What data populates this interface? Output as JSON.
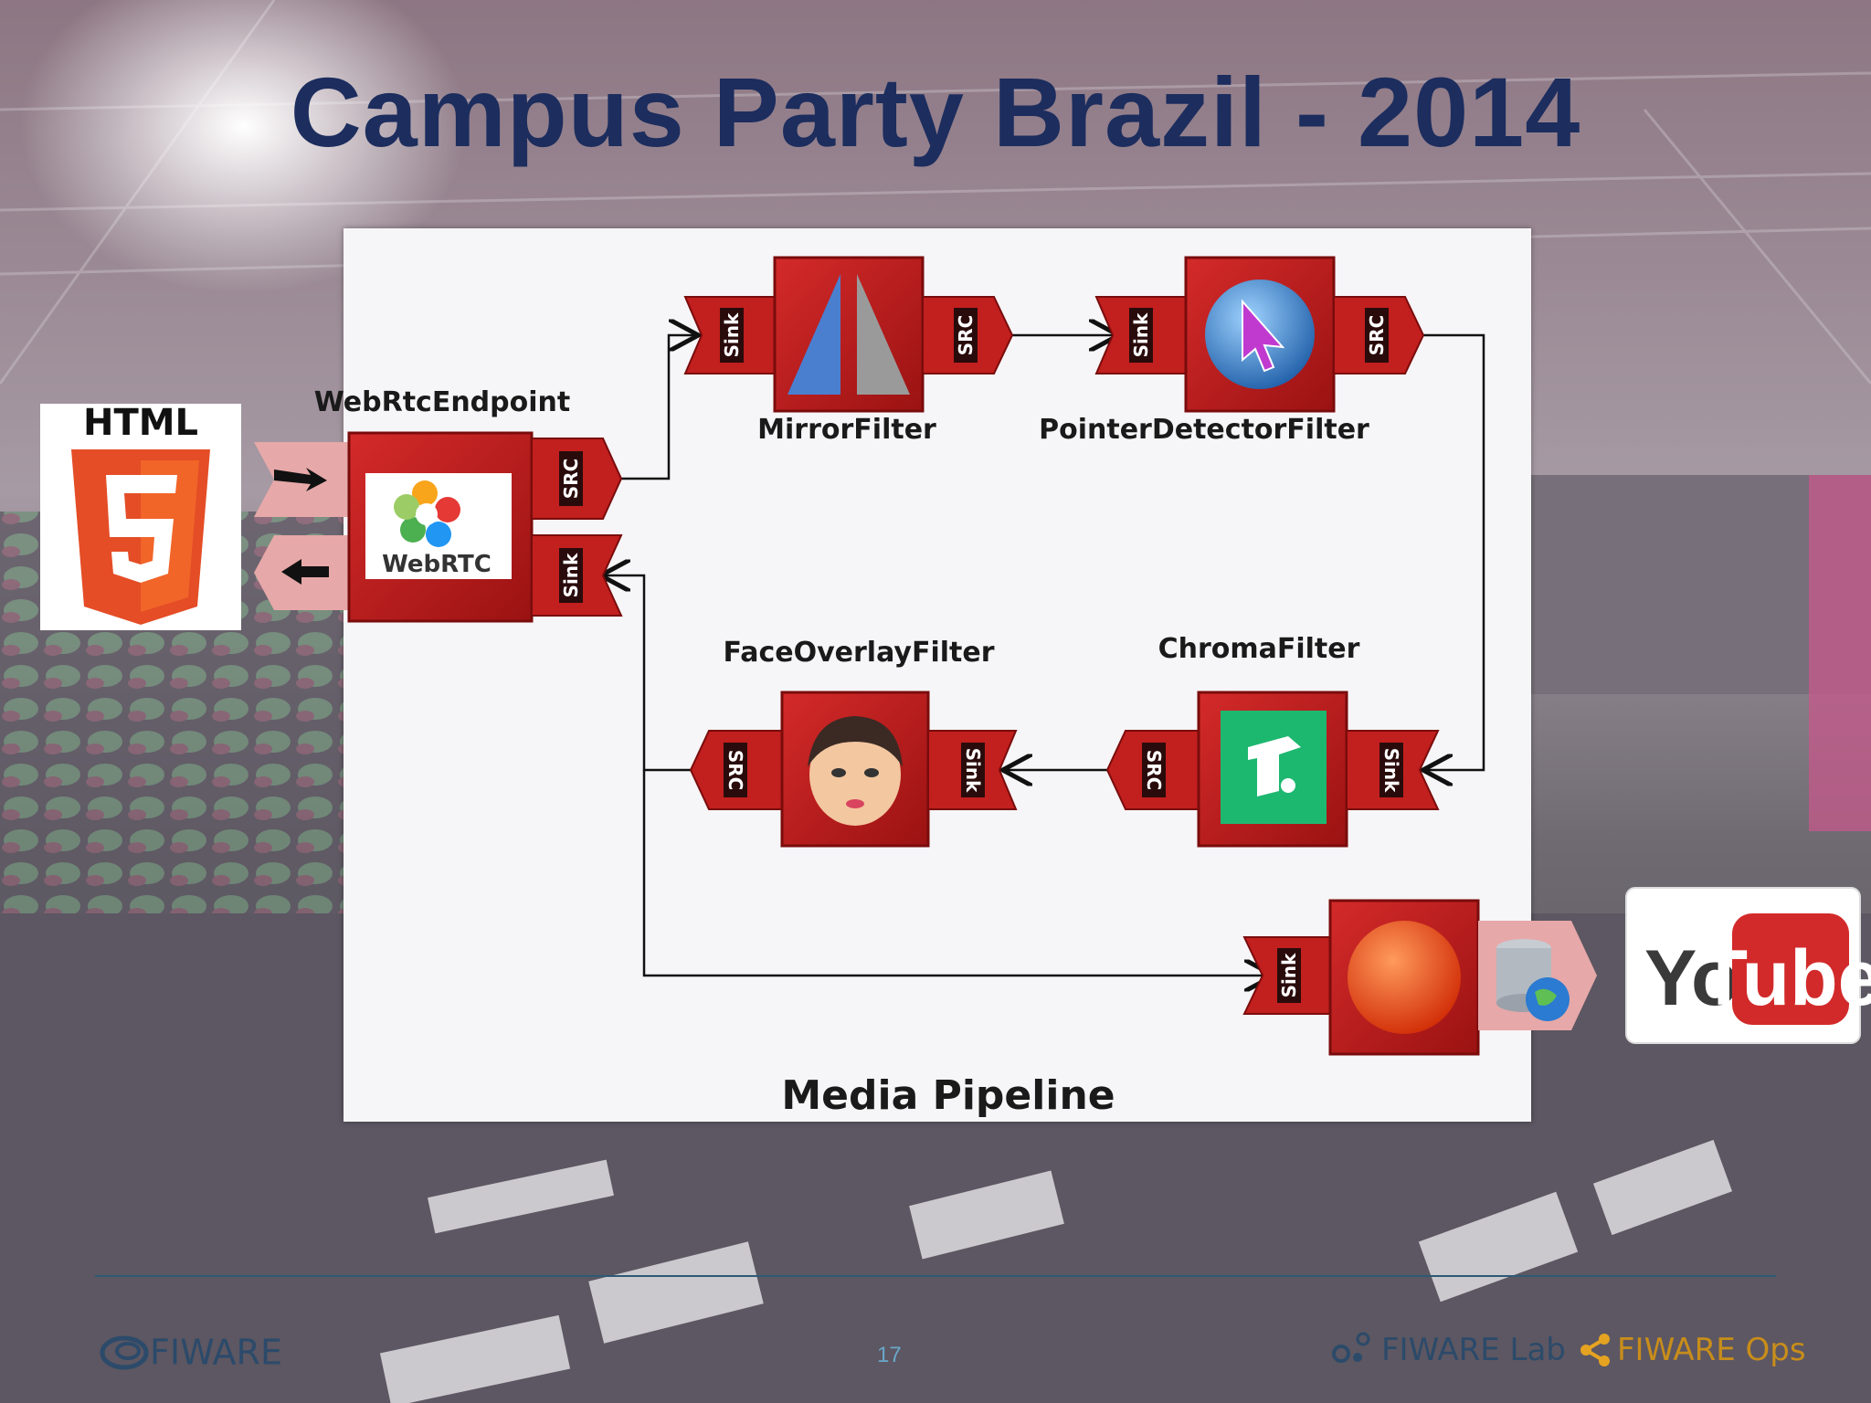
{
  "slide": {
    "title": "Campus Party Brazil - 2014",
    "page_number": "17"
  },
  "diagram": {
    "caption": "Media Pipeline",
    "nodes": {
      "webrtc_endpoint": "WebRtcEndpoint",
      "mirror_filter": "MirrorFilter",
      "pointer_detector_filter": "PointerDetectorFilter",
      "face_overlay_filter": "FaceOverlayFilter",
      "chroma_filter": "ChromaFilter"
    },
    "ports": {
      "src": "SRC",
      "sink": "Sink"
    },
    "html5_logo_text": "HTML",
    "webrtc_logo_text": "WebRTC",
    "youtube": {
      "you": "You",
      "tube": "Tube"
    }
  },
  "footer": {
    "fiware": "FIWARE",
    "fiware_lab": "FIWARE Lab",
    "fiware_ops": "FIWARE Ops"
  },
  "colors": {
    "title": "#1c2d5e",
    "filter_red": "#c21f1f",
    "port_dark": "#2a0b0b",
    "footer_line": "#2c5b74"
  }
}
